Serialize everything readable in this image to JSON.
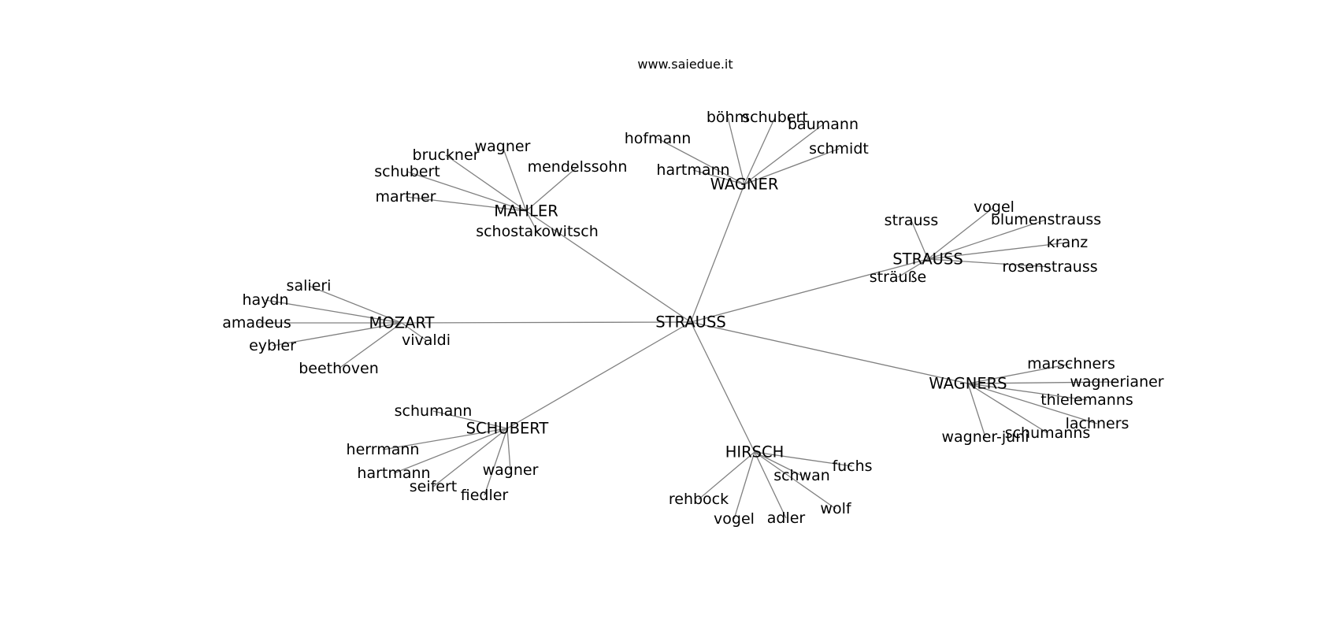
{
  "title": "www.saiedue.it",
  "center": "STRAUSS",
  "edge_color": "#808080",
  "groups": [
    {
      "hub": "MAHLER",
      "leaves": [
        "bruckner",
        "wagner",
        "mendelssohn",
        "schubert",
        "martner",
        "schostakowitsch"
      ]
    },
    {
      "hub": "WAGNER",
      "leaves": [
        "hofmann",
        "böhm",
        "schubert",
        "baumann",
        "schmidt",
        "hartmann"
      ]
    },
    {
      "hub": "STRAUSS",
      "leaves": [
        "strauss",
        "vogel",
        "blumenstrauss",
        "kranz",
        "rosenstrauss",
        "sträuße"
      ]
    },
    {
      "hub": "MOZART",
      "leaves": [
        "salieri",
        "haydn",
        "amadeus",
        "eybler",
        "beethoven",
        "vivaldi"
      ]
    },
    {
      "hub": "WAGNERS",
      "leaves": [
        "marschners",
        "wagnerianer",
        "thielemanns",
        "lachners",
        "schumanns",
        "wagner-juni"
      ]
    },
    {
      "hub": "SCHUBERT",
      "leaves": [
        "schumann",
        "herrmann",
        "hartmann",
        "seifert",
        "fiedler",
        "wagner"
      ]
    },
    {
      "hub": "HIRSCH",
      "leaves": [
        "fuchs",
        "schwan",
        "wolf",
        "adler",
        "vogel",
        "rehbock"
      ]
    }
  ]
}
